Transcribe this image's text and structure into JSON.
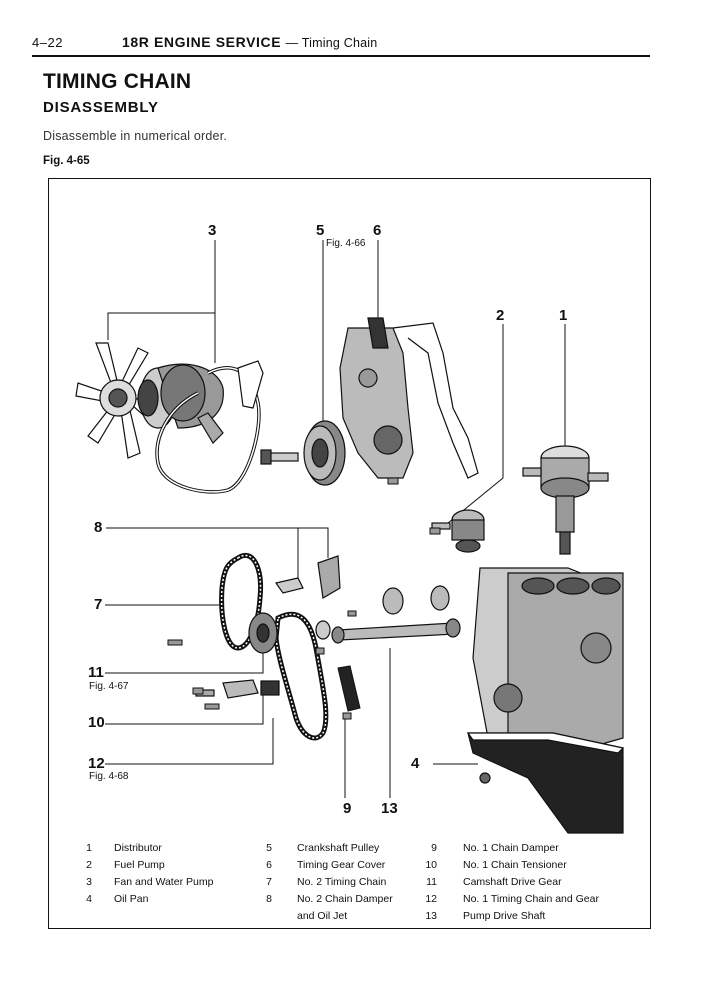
{
  "header": {
    "page_number": "4–22",
    "section_title": "18R ENGINE SERVICE",
    "section_subtitle": "— Timing Chain"
  },
  "heading": "TIMING CHAIN",
  "subheading": "DISASSEMBLY",
  "intro": "Disassemble in numerical order.",
  "figure": {
    "label": "Fig. 4-65",
    "callouts": {
      "c1": "1",
      "c2": "2",
      "c3": "3",
      "c4": "4",
      "c5": "5",
      "c6": "6",
      "c7": "7",
      "c8": "8",
      "c9": "9",
      "c10": "10",
      "c11": "11",
      "c12": "12",
      "c13": "13"
    },
    "refs": {
      "r6": "Fig. 4-66",
      "r11": "Fig. 4-67",
      "r12": "Fig. 4-68"
    }
  },
  "legend": {
    "col1": [
      {
        "num": "1",
        "text": "Distributor"
      },
      {
        "num": "2",
        "text": "Fuel Pump"
      },
      {
        "num": "3",
        "text": "Fan and Water Pump"
      },
      {
        "num": "4",
        "text": "Oil Pan"
      }
    ],
    "col2": [
      {
        "num": "5",
        "text": "Crankshaft Pulley"
      },
      {
        "num": "6",
        "text": "Timing Gear Cover"
      },
      {
        "num": "7",
        "text": "No. 2 Timing Chain"
      },
      {
        "num": "8",
        "text": "No. 2 Chain Damper"
      },
      {
        "num": "",
        "text": "and Oil Jet"
      }
    ],
    "col3": [
      {
        "num": "9",
        "text": "No. 1 Chain Damper"
      },
      {
        "num": "10",
        "text": "No. 1 Chain Tensioner"
      },
      {
        "num": "11",
        "text": "Camshaft Drive Gear"
      },
      {
        "num": "12",
        "text": "No. 1 Timing Chain and Gear"
      },
      {
        "num": "13",
        "text": "Pump Drive Shaft"
      }
    ]
  }
}
